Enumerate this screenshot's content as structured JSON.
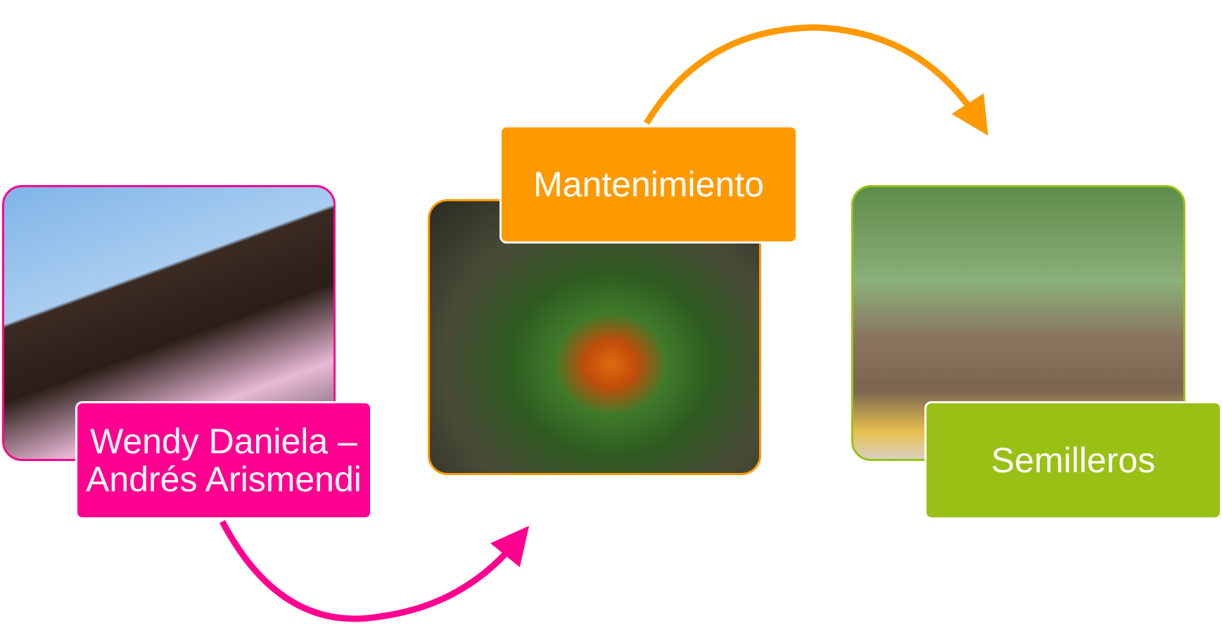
{
  "steps": [
    {
      "label": "Wendy Daniela – Andrés Arismendi",
      "color": "#ff0090",
      "image": "girl-portrait-photo"
    },
    {
      "label": "Mantenimiento",
      "color": "#ff9900",
      "image": "orange-butterfly-photo"
    },
    {
      "label": "Semilleros",
      "color": "#99c015",
      "image": "owl-butterflies-photo"
    }
  ]
}
